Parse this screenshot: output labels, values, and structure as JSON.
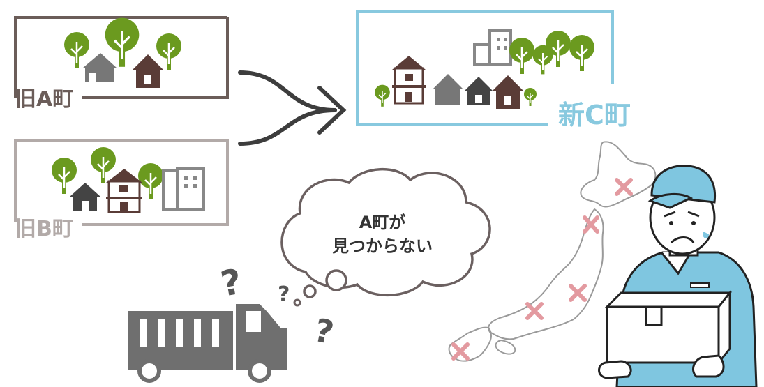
{
  "labels": {
    "old_town_a": "旧A町",
    "old_town_b": "旧B町",
    "new_town_c": "新C町"
  },
  "thought_bubble": {
    "line1": "A町が",
    "line2": "見つからない"
  },
  "symbols": {
    "question_mark": "?"
  },
  "colors": {
    "town_a_frame": "#6b5d59",
    "town_b_frame": "#b2aaa8",
    "town_c_frame": "#88c9df",
    "tree_green": "#6b9a1f",
    "house_brown": "#5a3c37",
    "cross_pink": "#e39aa0",
    "worker_blue": "#7fc6e0",
    "truck_gray": "#6f6f6f"
  }
}
